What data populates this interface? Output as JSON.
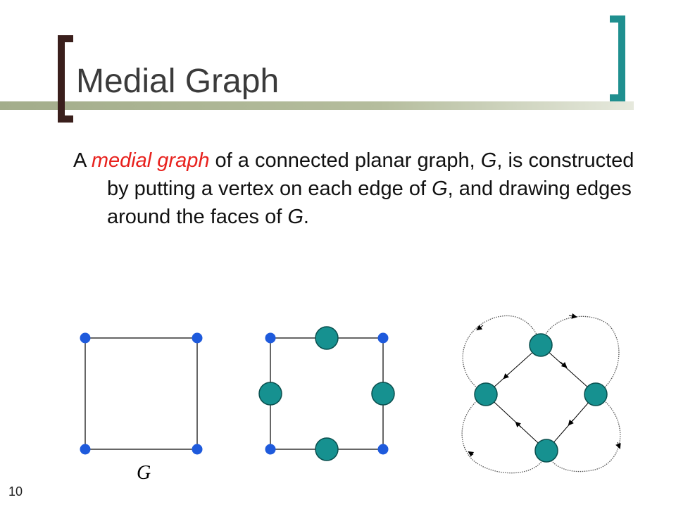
{
  "slide": {
    "title": "Medial Graph",
    "body": {
      "part1": "A ",
      "highlight": "medial graph",
      "part2": " of a connected planar graph, ",
      "g1": "G",
      "part3": ", is constructed by putting a vertex on each edge of ",
      "g2": "G",
      "part4": ", and drawing edges around the faces of ",
      "g3": "G",
      "part5": "."
    },
    "slide_number": "10",
    "figure_label": "G"
  },
  "colors": {
    "accent_bar": "#a3ad8b",
    "left_bracket": "#3a1f1c",
    "right_bracket": "#1f8f8f",
    "highlight_text": "#e8211d",
    "blue_vertex": "#1e5adc",
    "teal_vertex": "#169190"
  }
}
